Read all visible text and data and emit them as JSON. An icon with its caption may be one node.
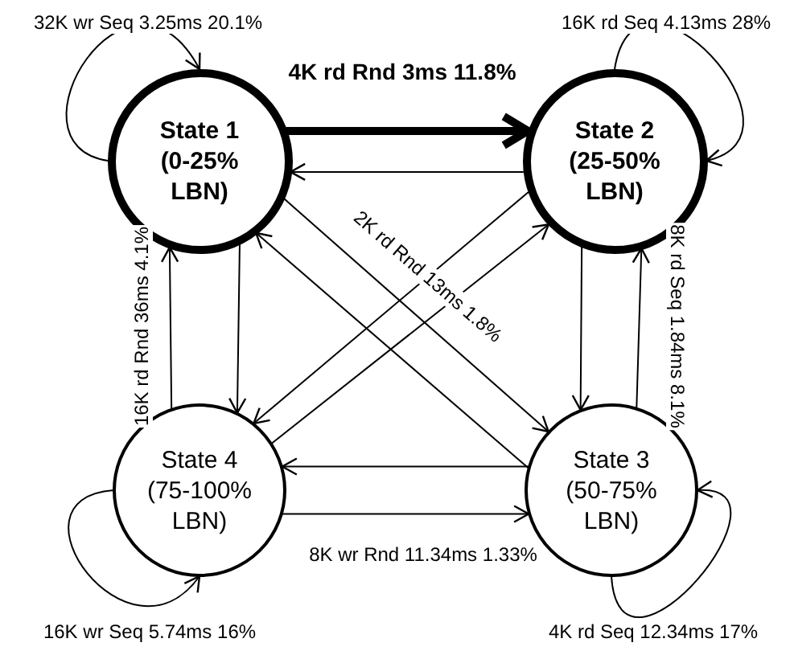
{
  "diagram": {
    "nodes": [
      {
        "text": [
          "State 1",
          "(0-25% LBN)"
        ]
      },
      {
        "text": [
          "State 2",
          "(25-50% LBN)"
        ]
      },
      {
        "text": [
          "State 4",
          "(75-100% LBN)"
        ]
      },
      {
        "text": [
          "State 3",
          "(50-75% LBN)"
        ]
      }
    ],
    "edges": [
      {
        "from": 0,
        "to": 0,
        "arrow": "to",
        "label": "32K wr Seq 3.25ms 20.1%"
      },
      {
        "from": 1,
        "to": 1,
        "arrow": "to",
        "label": "16K rd Seq 4.13ms 28%"
      },
      {
        "from": 0,
        "to": 1,
        "arrow": "to",
        "label": "4K rd Rnd 3ms 11.8%",
        "style": "thick"
      },
      {
        "from": 1,
        "to": 0,
        "arrow": "to"
      },
      {
        "from": 0,
        "to": 2,
        "arrow": "to"
      },
      {
        "from": 2,
        "to": 0,
        "arrow": "to",
        "label": "16K rd Rnd 36ms 4.1%"
      },
      {
        "from": 0,
        "to": 3,
        "arrow": "to",
        "label": "2K rd Rnd 13ms 1.8%"
      },
      {
        "from": 3,
        "to": 0,
        "arrow": "to"
      },
      {
        "from": 1,
        "to": 2,
        "arrow": "to"
      },
      {
        "from": 2,
        "to": 1,
        "arrow": "to"
      },
      {
        "from": 1,
        "to": 3,
        "arrow": "to"
      },
      {
        "from": 3,
        "to": 1,
        "arrow": "to",
        "label": "8K rd Seq 1.84ms 8.1%"
      },
      {
        "from": 3,
        "to": 2,
        "arrow": "to"
      },
      {
        "from": 2,
        "to": 3,
        "arrow": "to",
        "label": "8K wr Rnd 11.34ms 1.33%"
      },
      {
        "from": 2,
        "to": 2,
        "arrow": "to",
        "label": "16K wr Seq 5.74ms 16%"
      },
      {
        "from": 3,
        "to": 3,
        "arrow": "to",
        "label": "4K rd Seq 12.34ms 17%"
      }
    ]
  }
}
